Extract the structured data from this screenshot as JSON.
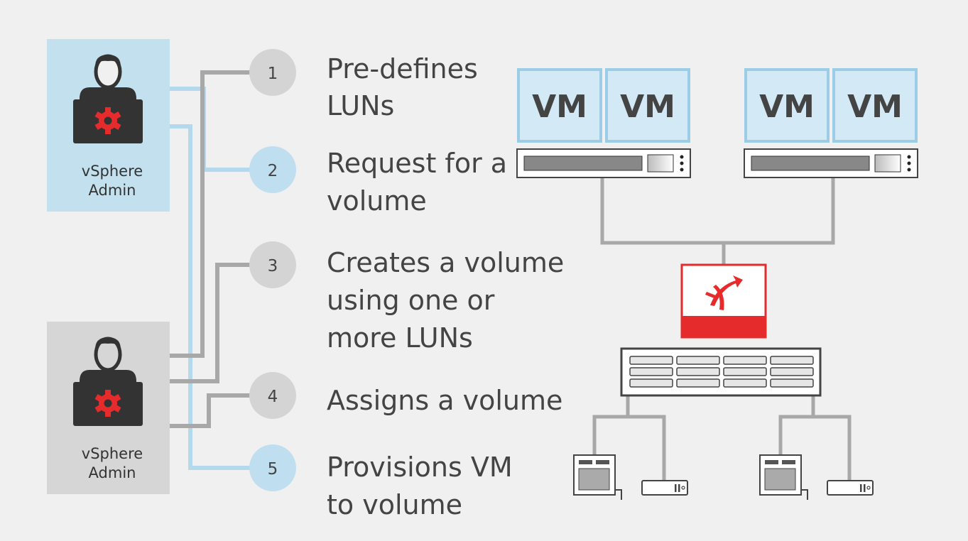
{
  "admins": [
    {
      "label_line1": "vSphere",
      "label_line2": "Admin",
      "role": "vsphere"
    },
    {
      "label_line1": "vSphere",
      "label_line2": "Admin",
      "role": "storage"
    }
  ],
  "steps": [
    {
      "number": "1",
      "lines": [
        "Pre-defines",
        "LUNs"
      ]
    },
    {
      "number": "2",
      "lines": [
        "Request for a",
        "volume"
      ]
    },
    {
      "number": "3",
      "lines": [
        "Creates a volume",
        "using one or",
        "more LUNs"
      ]
    },
    {
      "number": "4",
      "lines": [
        "Assigns a volume"
      ]
    },
    {
      "number": "5",
      "lines": [
        "Provisions VM",
        "to volume"
      ]
    }
  ],
  "vm_label": "VM",
  "colors": {
    "background": "#f0f0f0",
    "admin1_panel": "#c3e0ef",
    "admin2_panel": "#d6d6d6",
    "blue_line": "#b5d9ec",
    "gray_line": "#a8a8a8",
    "blue_circle": "#bfdff0",
    "gray_circle": "#d4d4d4",
    "accent_red": "#e52b2b",
    "vm_fill": "#d3e9f5",
    "vm_border": "#9ccde6"
  },
  "icons": {
    "admin": "person-at-laptop-icon",
    "gear": "gear-icon",
    "storage_logo": "storage-logo-icon"
  }
}
